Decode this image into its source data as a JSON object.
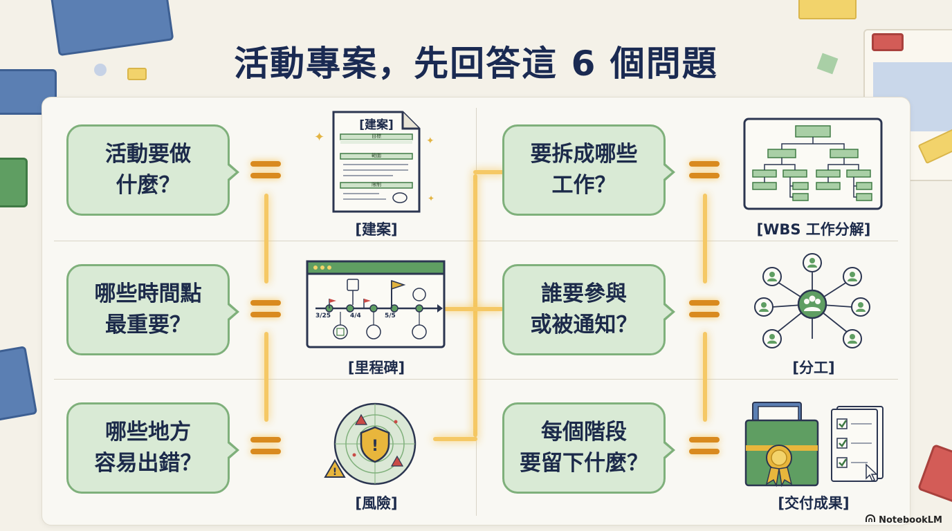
{
  "title": "活動專案，先回答這 6 個問題",
  "questions": [
    {
      "text": "活動要做\n什麼？",
      "caption": "[建案]"
    },
    {
      "text": "哪些時間點\n最重要？",
      "caption": "[里程碑]"
    },
    {
      "text": "哪些地方\n容易出錯？",
      "caption": "[風險]"
    },
    {
      "text": "要拆成哪些\n工作？",
      "caption": "[WBS 工作分解]"
    },
    {
      "text": "誰要參與\n或被通知？",
      "caption": "[分工]"
    },
    {
      "text": "每個階段\n要留下什麼？",
      "caption": "[交付成果]"
    }
  ],
  "doc_illustration": {
    "header": "[建案]",
    "section_labels": [
      "目標",
      "範圍",
      "限制"
    ]
  },
  "timeline_labels": [
    "3/25",
    "4/4",
    "5/5"
  ],
  "brand": "NotebookLM",
  "colors": {
    "accent": "#d98a1f",
    "bubble_fill": "#d9ead5",
    "bubble_border": "#7fb07b",
    "title": "#1a2a52",
    "glow": "#f5c865"
  },
  "icons": {
    "document": "document-icon",
    "timeline": "timeline-icon",
    "risk": "shield-radar-icon",
    "wbs": "org-chart-icon",
    "team": "people-network-icon",
    "deliverables": "folder-checklist-icon",
    "brand": "notebooklm-logo-icon"
  }
}
